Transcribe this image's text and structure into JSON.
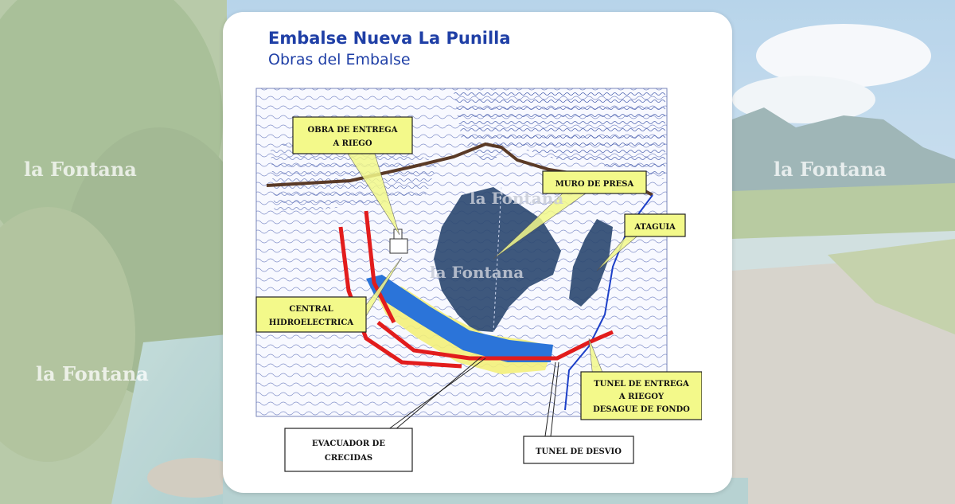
{
  "slide": {
    "title": "Embalse Nueva La Punilla",
    "subtitle": "Obras del Embalse"
  },
  "watermark": "la Fontana",
  "callouts": {
    "obra_entrega": [
      "OBRA DE ENTREGA",
      "A RIEGO"
    ],
    "muro_presa": [
      "MURO DE PRESA"
    ],
    "ataguia": [
      "ATAGUIA"
    ],
    "central": [
      "CENTRAL",
      "HIDROELECTRICA"
    ],
    "tunel_entrega": [
      "TUNEL DE ENTREGA",
      "A RIEGOY",
      "DESAGUE DE FONDO"
    ],
    "evacuador": [
      "EVACUADOR DE",
      "CRECIDAS"
    ],
    "tunel_desvio": [
      "TUNEL DE DESVIO"
    ]
  },
  "colors": {
    "title": "#1f3fa6",
    "dam": "#2e4a72",
    "label_fill": "#f3f98a",
    "spillway": "#2b74d9",
    "tunnel": "#e21c1c",
    "road": "#5a3a26"
  }
}
